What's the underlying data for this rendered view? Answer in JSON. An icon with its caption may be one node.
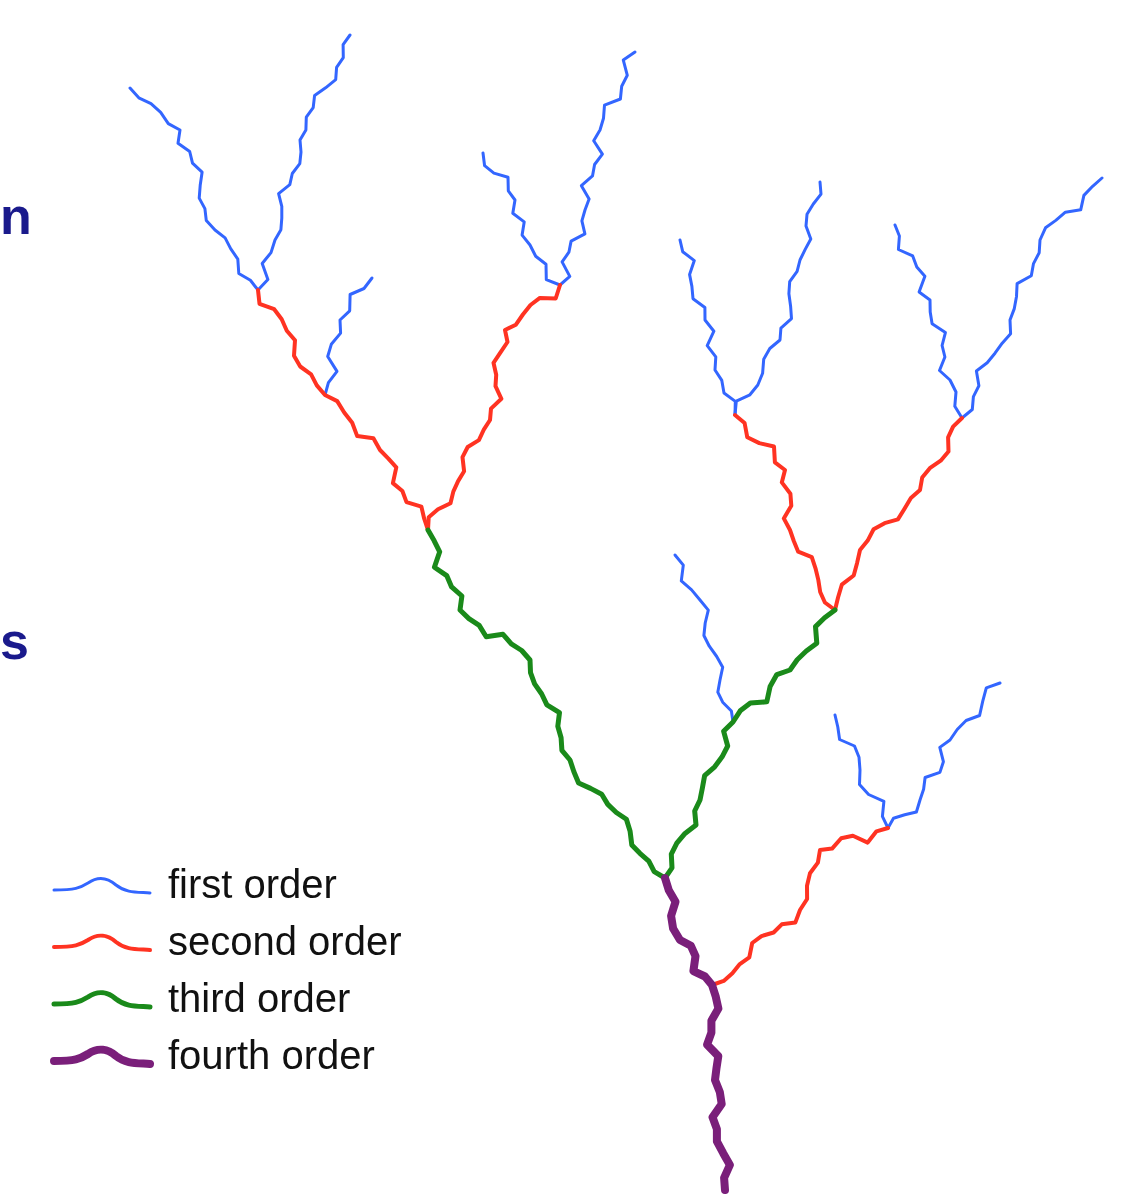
{
  "diagram": {
    "labels": [
      "n",
      "s"
    ],
    "legend": [
      {
        "text": "first order",
        "color": "#3366ff"
      },
      {
        "text": "second order",
        "color": "#ff3322"
      },
      {
        "text": "third order",
        "color": "#1a8a1a"
      },
      {
        "text": "fourth order",
        "color": "#7a1f7a"
      }
    ]
  }
}
